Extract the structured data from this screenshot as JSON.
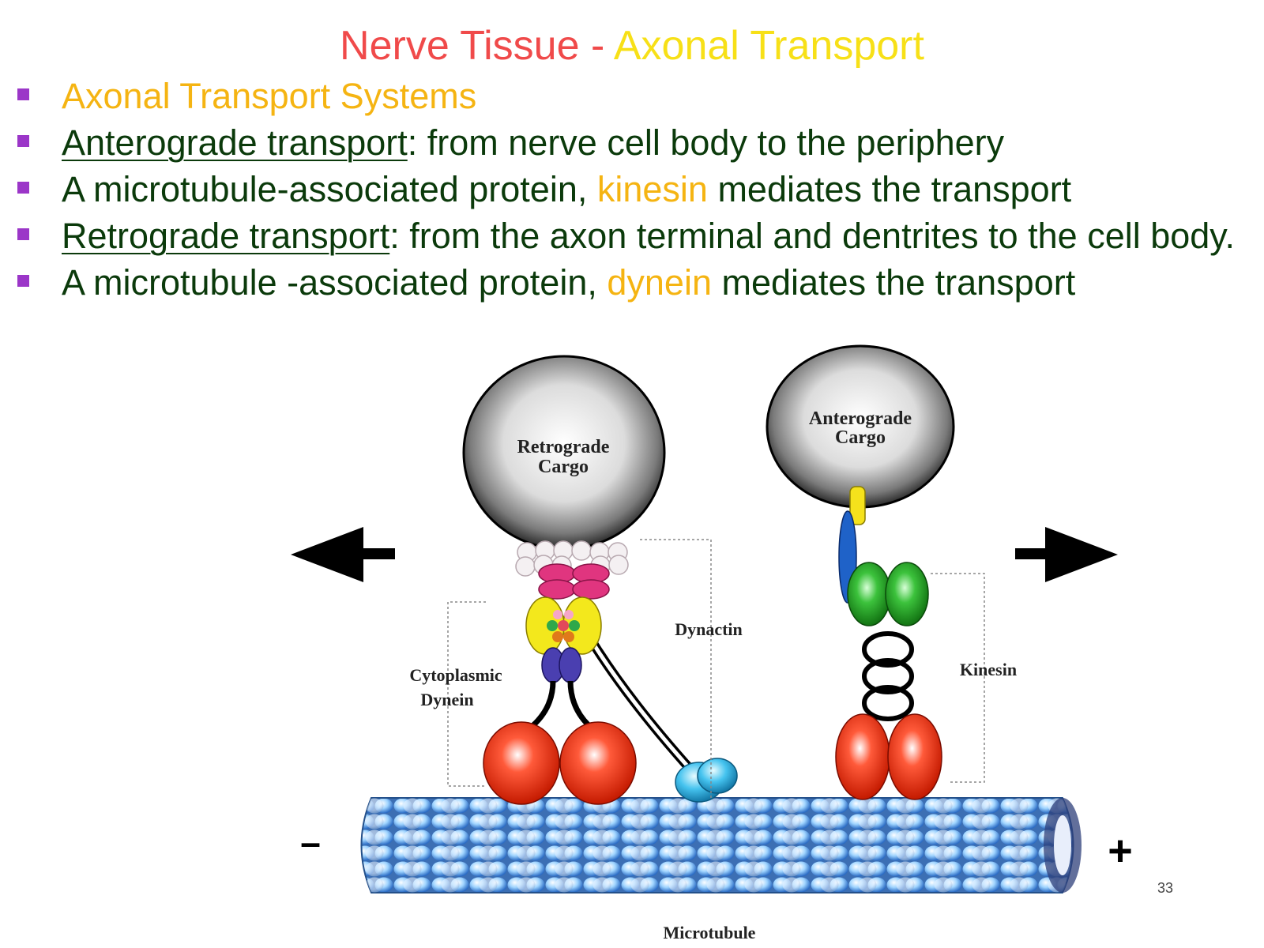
{
  "slide": {
    "title_red": "Nerve Tissue - ",
    "title_yellow": "Axonal Transport",
    "page_number": "33"
  },
  "bullets": [
    {
      "heading": "Axonal Transport Systems"
    },
    {
      "term": "Anterograde transport",
      "rest": ": from nerve cell body to the periphery"
    },
    {
      "pre": "A microtubule-associated protein, ",
      "highlight": "kinesin",
      "post": " mediates the transport"
    },
    {
      "term": "Retrograde transport",
      "rest": ": from the axon terminal and dentrites to the cell body."
    },
    {
      "pre": "A microtubule -associated protein, ",
      "highlight": "dynein",
      "post": " mediates the transport"
    }
  ],
  "diagram": {
    "retro_cargo_1": "Retrograde",
    "retro_cargo_2": "Cargo",
    "antero_cargo_1": "Anterograde",
    "antero_cargo_2": "Cargo",
    "dynactin": "Dynactin",
    "dynein_1": "Cytoplasmic",
    "dynein_2": "Dynein",
    "kinesin": "Kinesin",
    "microtubule": "Microtubule",
    "minus": "–",
    "plus": "+"
  },
  "colors": {
    "title_red": "#f04a4a",
    "title_yellow": "#f7e017",
    "highlight": "#f5b412",
    "body_text": "#0b3a0b",
    "bullet": "#9b36c8"
  },
  "icons": [
    "square-bullet-icon",
    "arrow-left-icon",
    "arrow-right-icon"
  ]
}
